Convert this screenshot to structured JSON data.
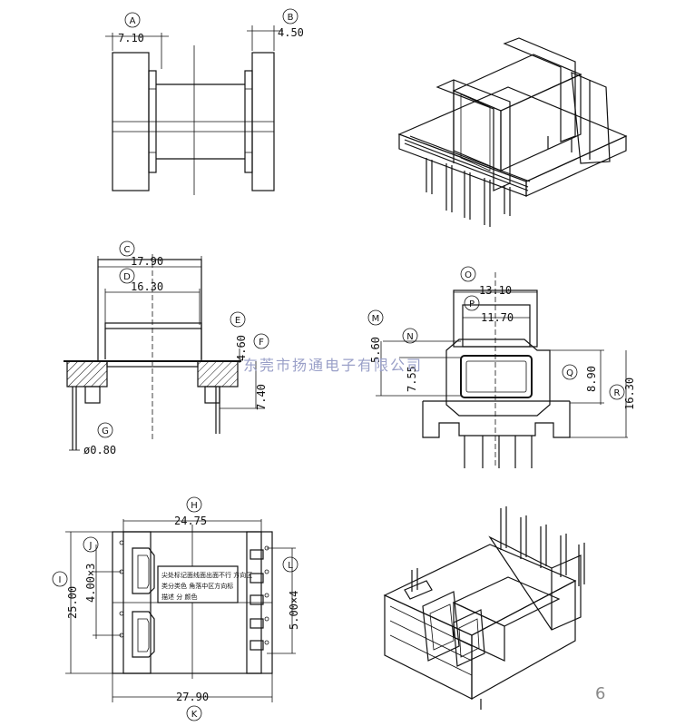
{
  "markers": {
    "A": "A",
    "B": "B",
    "C": "C",
    "D": "D",
    "E": "E",
    "F": "F",
    "G": "G",
    "H": "H",
    "I": "I",
    "J": "J",
    "K": "K",
    "L": "L",
    "M": "M",
    "N": "N",
    "O": "O",
    "P": "P",
    "Q": "Q",
    "R": "R"
  },
  "dims": {
    "A": "7.10",
    "B": "4.50",
    "C": "17.90",
    "D": "16.30",
    "E": "4.60",
    "F": "7.40",
    "G": "ø0.80",
    "H": "24.75",
    "I": "25.00",
    "J": "4.00×3",
    "K": "27.90",
    "L": "5.00×4",
    "M": "5.60",
    "N": "7.55",
    "O": "13.10",
    "P": "11.70",
    "Q": "8.90",
    "R": "16.30"
  },
  "label_box": {
    "line1": "尖处标记面线面出面不行 方向区",
    "line2": "类分类色   角落中区方向标",
    "line3": "描述 分 颜色"
  },
  "watermark": "东莞市扬通电子有限公司",
  "page_number": "6"
}
